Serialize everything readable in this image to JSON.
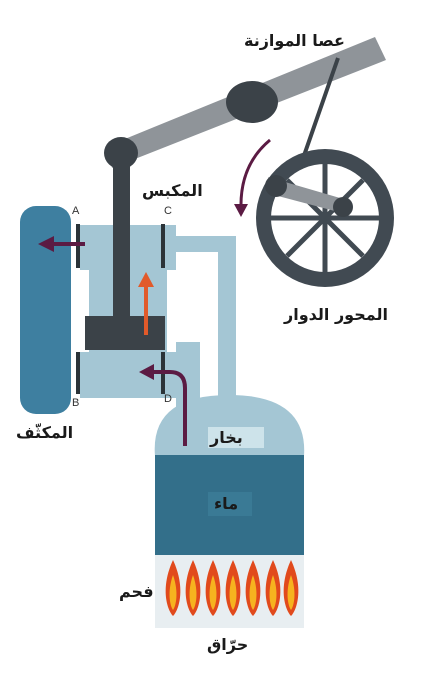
{
  "labels": {
    "beam": "عصا الموازنة",
    "piston": "المكبس",
    "axle": "المحور الدوار",
    "condenser": "المكثّف",
    "steam": "بخار",
    "water": "ماء",
    "coal": "فحم",
    "burner": "حرّاق"
  },
  "valves": {
    "a": "A",
    "b": "B",
    "c": "C",
    "d": "D"
  },
  "colors": {
    "condenser": "#3e7fa0",
    "cylinder": "#a4c6d4",
    "pipe": "#a4c6d4",
    "boiler_dome": "#a4c6d4",
    "boiler_water": "#336f8a",
    "beam": "#8f9499",
    "rod": "#3b4248",
    "wheel": "#414a52",
    "arrow_exhaust": "#5b1b43",
    "arrow_piston": "#e15a2a",
    "flame_outer": "#e14a1c",
    "flame_inner": "#f6b31f"
  }
}
